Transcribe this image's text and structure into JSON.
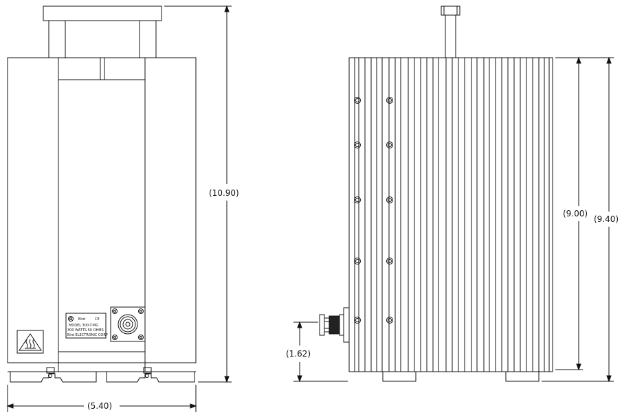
{
  "front_view": {
    "dimensions": {
      "height": "(10.90)",
      "width": "(5.40)"
    },
    "nameplate": {
      "brand": "Bird",
      "mark": "CE",
      "model_line": "MODEL 300-T-MG",
      "rating_line": "300 WATTS 50 OHMS",
      "small_line": "Bird ELECTRONIC CORP"
    },
    "hot_surface_icon": "hot-surface-warning"
  },
  "side_view": {
    "dimensions": {
      "fin_height": "(9.00)",
      "body_height": "(9.40)",
      "connector_height": "(1.62)"
    }
  }
}
